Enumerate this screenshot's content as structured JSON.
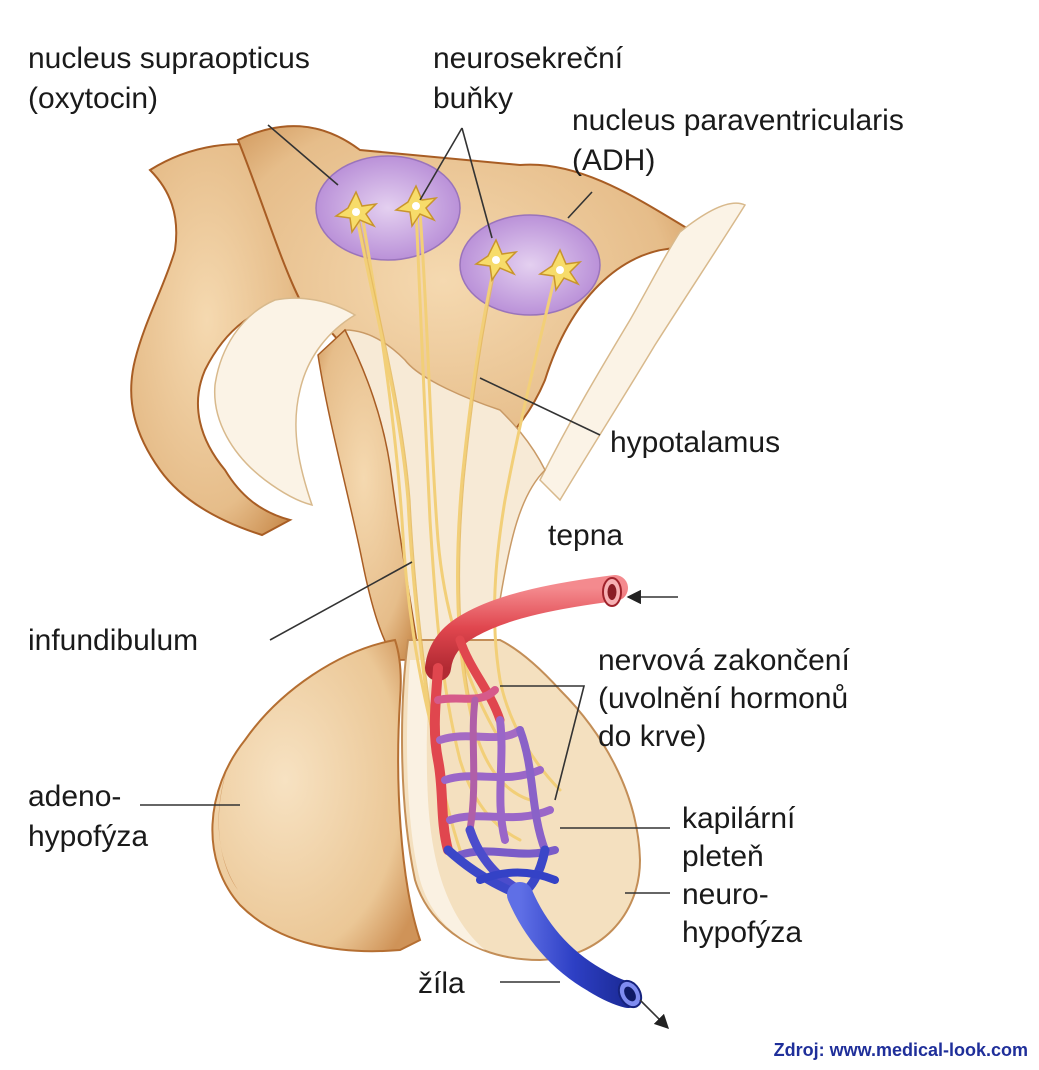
{
  "colors": {
    "tissue": "#e8c090",
    "tissue_dark": "#b0641f",
    "tissue_light": "#fbf3e6",
    "nucleus": "#c9a6de",
    "artery": "#e0464e",
    "vein": "#2d3fc4",
    "capillary": "#9a66c8",
    "axon": "#f2cf78",
    "source_text": "#1f2f9a"
  },
  "labels": {
    "supraopticus_1": "nucleus supraopticus",
    "supraopticus_2": "(oxytocin)",
    "neurosekrecni_1": "neurosekreční",
    "neurosekrecni_2": "buňky",
    "paraventricularis_1": "nucleus paraventricularis",
    "paraventricularis_2": "(ADH)",
    "hypotalamus": "hypotalamus",
    "tepna": "tepna",
    "infundibulum": "infundibulum",
    "nervova_1": "nervová zakončení",
    "nervova_2": "(uvolnění hormonů",
    "nervova_3": "do krve)",
    "adeno_1": "adeno-",
    "adeno_2": "hypofýza",
    "kapilarni_1": "kapilární",
    "kapilarni_2": "pleteň",
    "neuro_1": "neuro-",
    "neuro_2": "hypofýza",
    "zila": "žíla"
  },
  "source": "Zdroj: www.medical-look.com"
}
